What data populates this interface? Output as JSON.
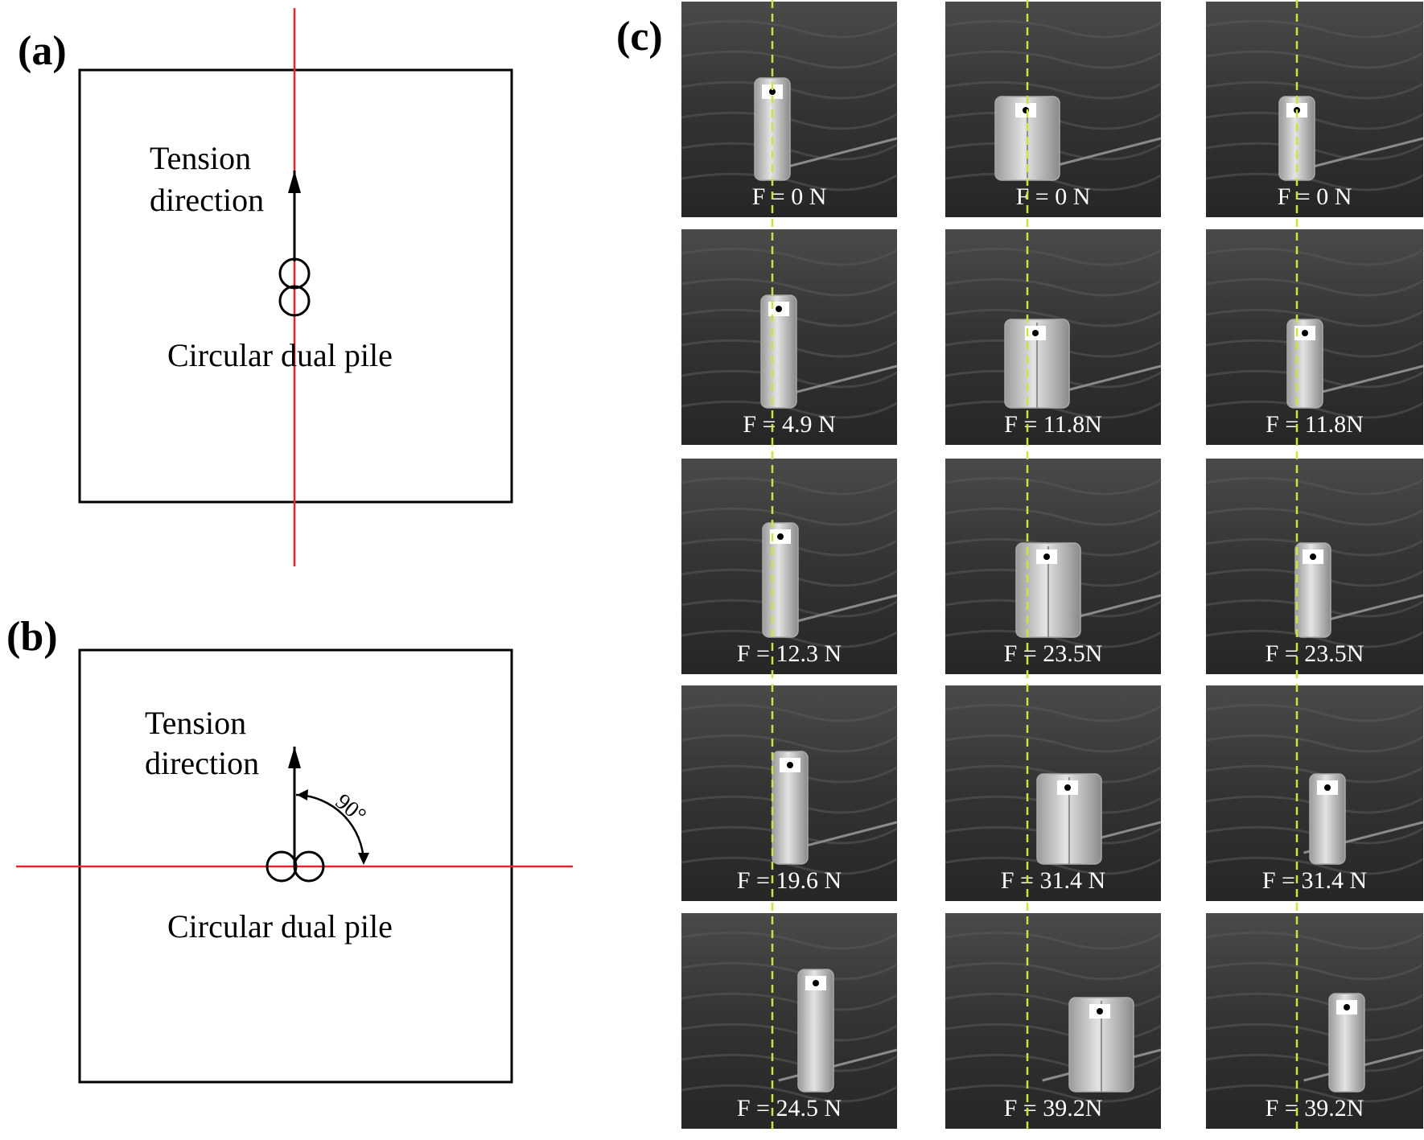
{
  "panels": {
    "a": {
      "label": "(a)",
      "tension_line1": "Tension",
      "tension_line2": "direction",
      "pile_label": "Circular dual pile"
    },
    "b": {
      "label": "(b)",
      "tension_line1": "Tension",
      "tension_line2": "direction",
      "pile_label": "Circular dual pile",
      "angle_label": "90°"
    },
    "c": {
      "label": "(c)",
      "captions": [
        [
          "F = 0 N",
          "F = 0 N",
          "F = 0 N"
        ],
        [
          "F = 4.9 N",
          "F = 11.8N",
          "F = 11.8N"
        ],
        [
          "F = 12.3 N",
          "F = 23.5N",
          "F = 23.5N"
        ],
        [
          "F = 19.6 N",
          "F = 31.4 N",
          "F = 31.4 N"
        ],
        [
          "F = 24.5 N",
          "F = 39.2N",
          "F = 39.2N"
        ]
      ]
    }
  },
  "colors": {
    "axis_line": "#e8232d",
    "guide_line": "#c8e63c",
    "photo_background": "#3a3a3a",
    "pile": "#cfcfcf"
  }
}
